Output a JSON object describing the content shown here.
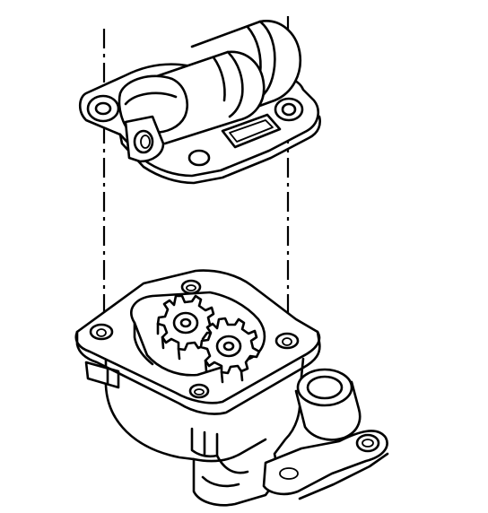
{
  "figure": {
    "kind": "exploded-assembly-line-drawing",
    "parts": [
      "pump-cover",
      "pump-body",
      "drive-gear",
      "driven-gear",
      "mounting-bolt-hole"
    ],
    "alignment_lines": 2,
    "colors": {
      "ink": "#000000",
      "paper": "#ffffff"
    }
  }
}
